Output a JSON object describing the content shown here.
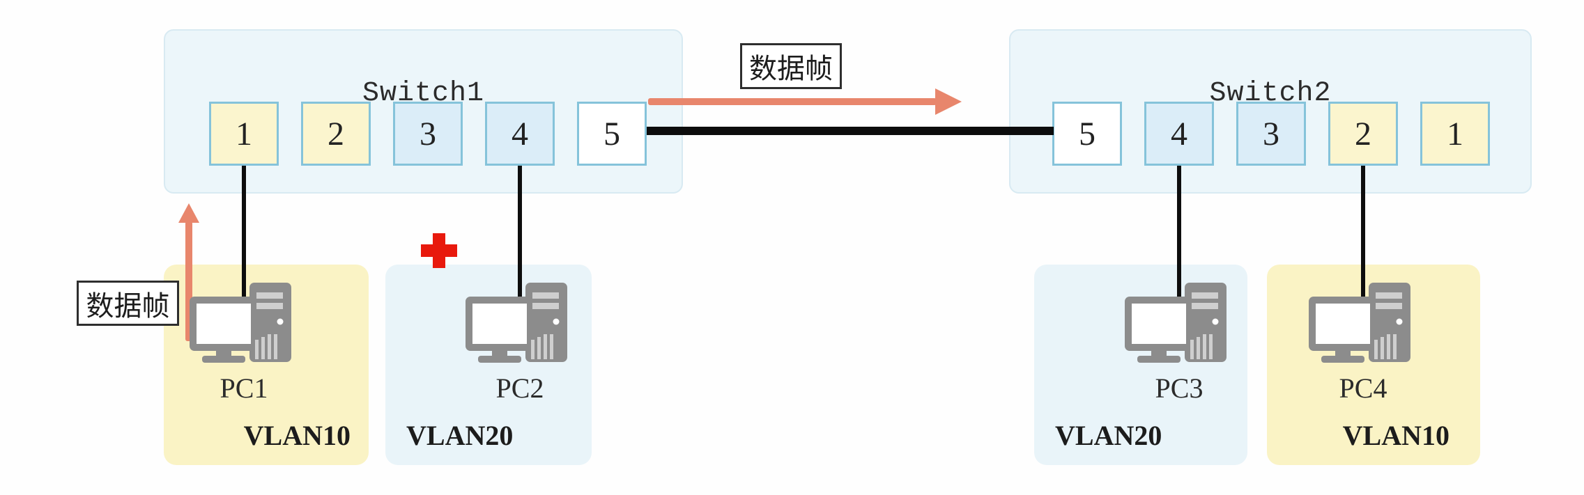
{
  "colors": {
    "switch_background": "#ECF6FA",
    "port_border": "#85C3DA",
    "port_yellow": "#FBF5CE",
    "port_blue": "#DBEDF8",
    "port_white": "#FFFFFF",
    "pc_box_yellow": "#FAF3C5",
    "pc_box_blue": "#E9F4F9",
    "cable_black": "#0D0D0D",
    "arrow_coral": "#E8866C",
    "blocked_red": "#E8190D"
  },
  "switches": {
    "switch1": {
      "title": "Switch1",
      "ports": [
        {
          "label": "1",
          "fill": "yellow"
        },
        {
          "label": "2",
          "fill": "yellow"
        },
        {
          "label": "3",
          "fill": "blue"
        },
        {
          "label": "4",
          "fill": "blue"
        },
        {
          "label": "5",
          "fill": "white"
        }
      ]
    },
    "switch2": {
      "title": "Switch2",
      "ports": [
        {
          "label": "5",
          "fill": "white"
        },
        {
          "label": "4",
          "fill": "blue"
        },
        {
          "label": "3",
          "fill": "blue"
        },
        {
          "label": "2",
          "fill": "yellow"
        },
        {
          "label": "1",
          "fill": "yellow"
        }
      ]
    }
  },
  "pcs": [
    {
      "name": "PC1",
      "vlan": "VLAN10",
      "box": "yellow",
      "vlan_align": "right"
    },
    {
      "name": "PC2",
      "vlan": "VLAN20",
      "box": "blue",
      "vlan_align": "left"
    },
    {
      "name": "PC3",
      "vlan": "VLAN20",
      "box": "blue",
      "vlan_align": "left"
    },
    {
      "name": "PC4",
      "vlan": "VLAN10",
      "box": "yellow",
      "vlan_align": "right"
    }
  ],
  "annotations": {
    "frame_label_top": "数据帧",
    "frame_label_left": "数据帧"
  },
  "icons": {
    "pc": "desktop-computer-icon",
    "blocked": "red-plus-cross-icon",
    "flow_right": "coral-arrow-right",
    "flow_up": "coral-arrow-up"
  },
  "topology": {
    "links": [
      {
        "from": "Switch1 port 1",
        "to": "PC1"
      },
      {
        "from": "Switch1 port 4",
        "to": "PC2"
      },
      {
        "from": "Switch1 port 5",
        "to": "Switch2 port 5"
      },
      {
        "from": "Switch2 port 4",
        "to": "PC3"
      },
      {
        "from": "Switch2 port 2",
        "to": "PC4"
      }
    ],
    "data_frame_flow": [
      "PC1 up to Switch1 port 1",
      "Switch1 to Switch2 across trunk"
    ],
    "blocked_at": "PC2"
  }
}
